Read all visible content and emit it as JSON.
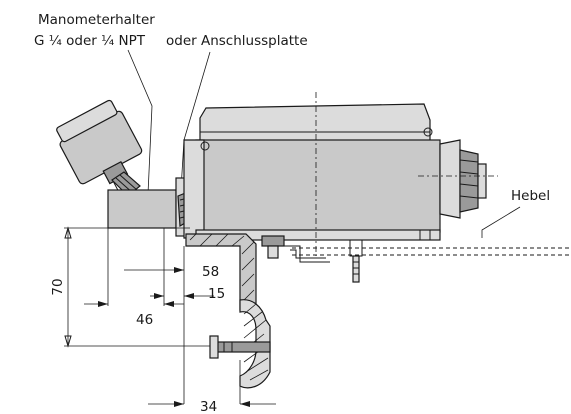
{
  "labels": {
    "pressure_gauge_holder_line1": "Manometerhalter",
    "pressure_gauge_holder_line2": "G ¼ oder ¼ NPT",
    "connection_plate": "oder Anschlussplatte",
    "lever": "Hebel"
  },
  "dimensions": {
    "d70": "70",
    "d58": "58",
    "d15": "15",
    "d46": "46",
    "d34": "34"
  }
}
